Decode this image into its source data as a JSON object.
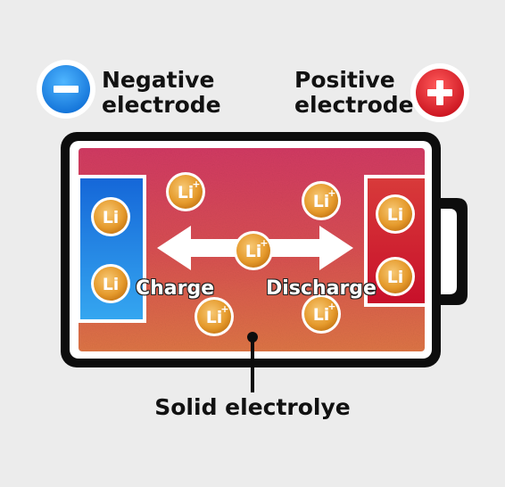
{
  "electrodes": {
    "negative": {
      "line1": "Negative",
      "line2": "electrode",
      "icon": "minus-icon",
      "color": "#1e88e5"
    },
    "positive": {
      "line1": "Positive",
      "line2": "electrode",
      "icon": "plus-icon",
      "color": "#d32f2f"
    }
  },
  "arrows": {
    "charge_label": "Charge",
    "discharge_label": "Discharge"
  },
  "ion_label": "Li",
  "ion_charge": "+",
  "electrolyte_label": "Solid electrolye",
  "colors": {
    "battery_top": "#d23a63",
    "battery_bottom": "#dd7246",
    "ion": "#e8a43a",
    "outline": "#0d0d0d"
  }
}
